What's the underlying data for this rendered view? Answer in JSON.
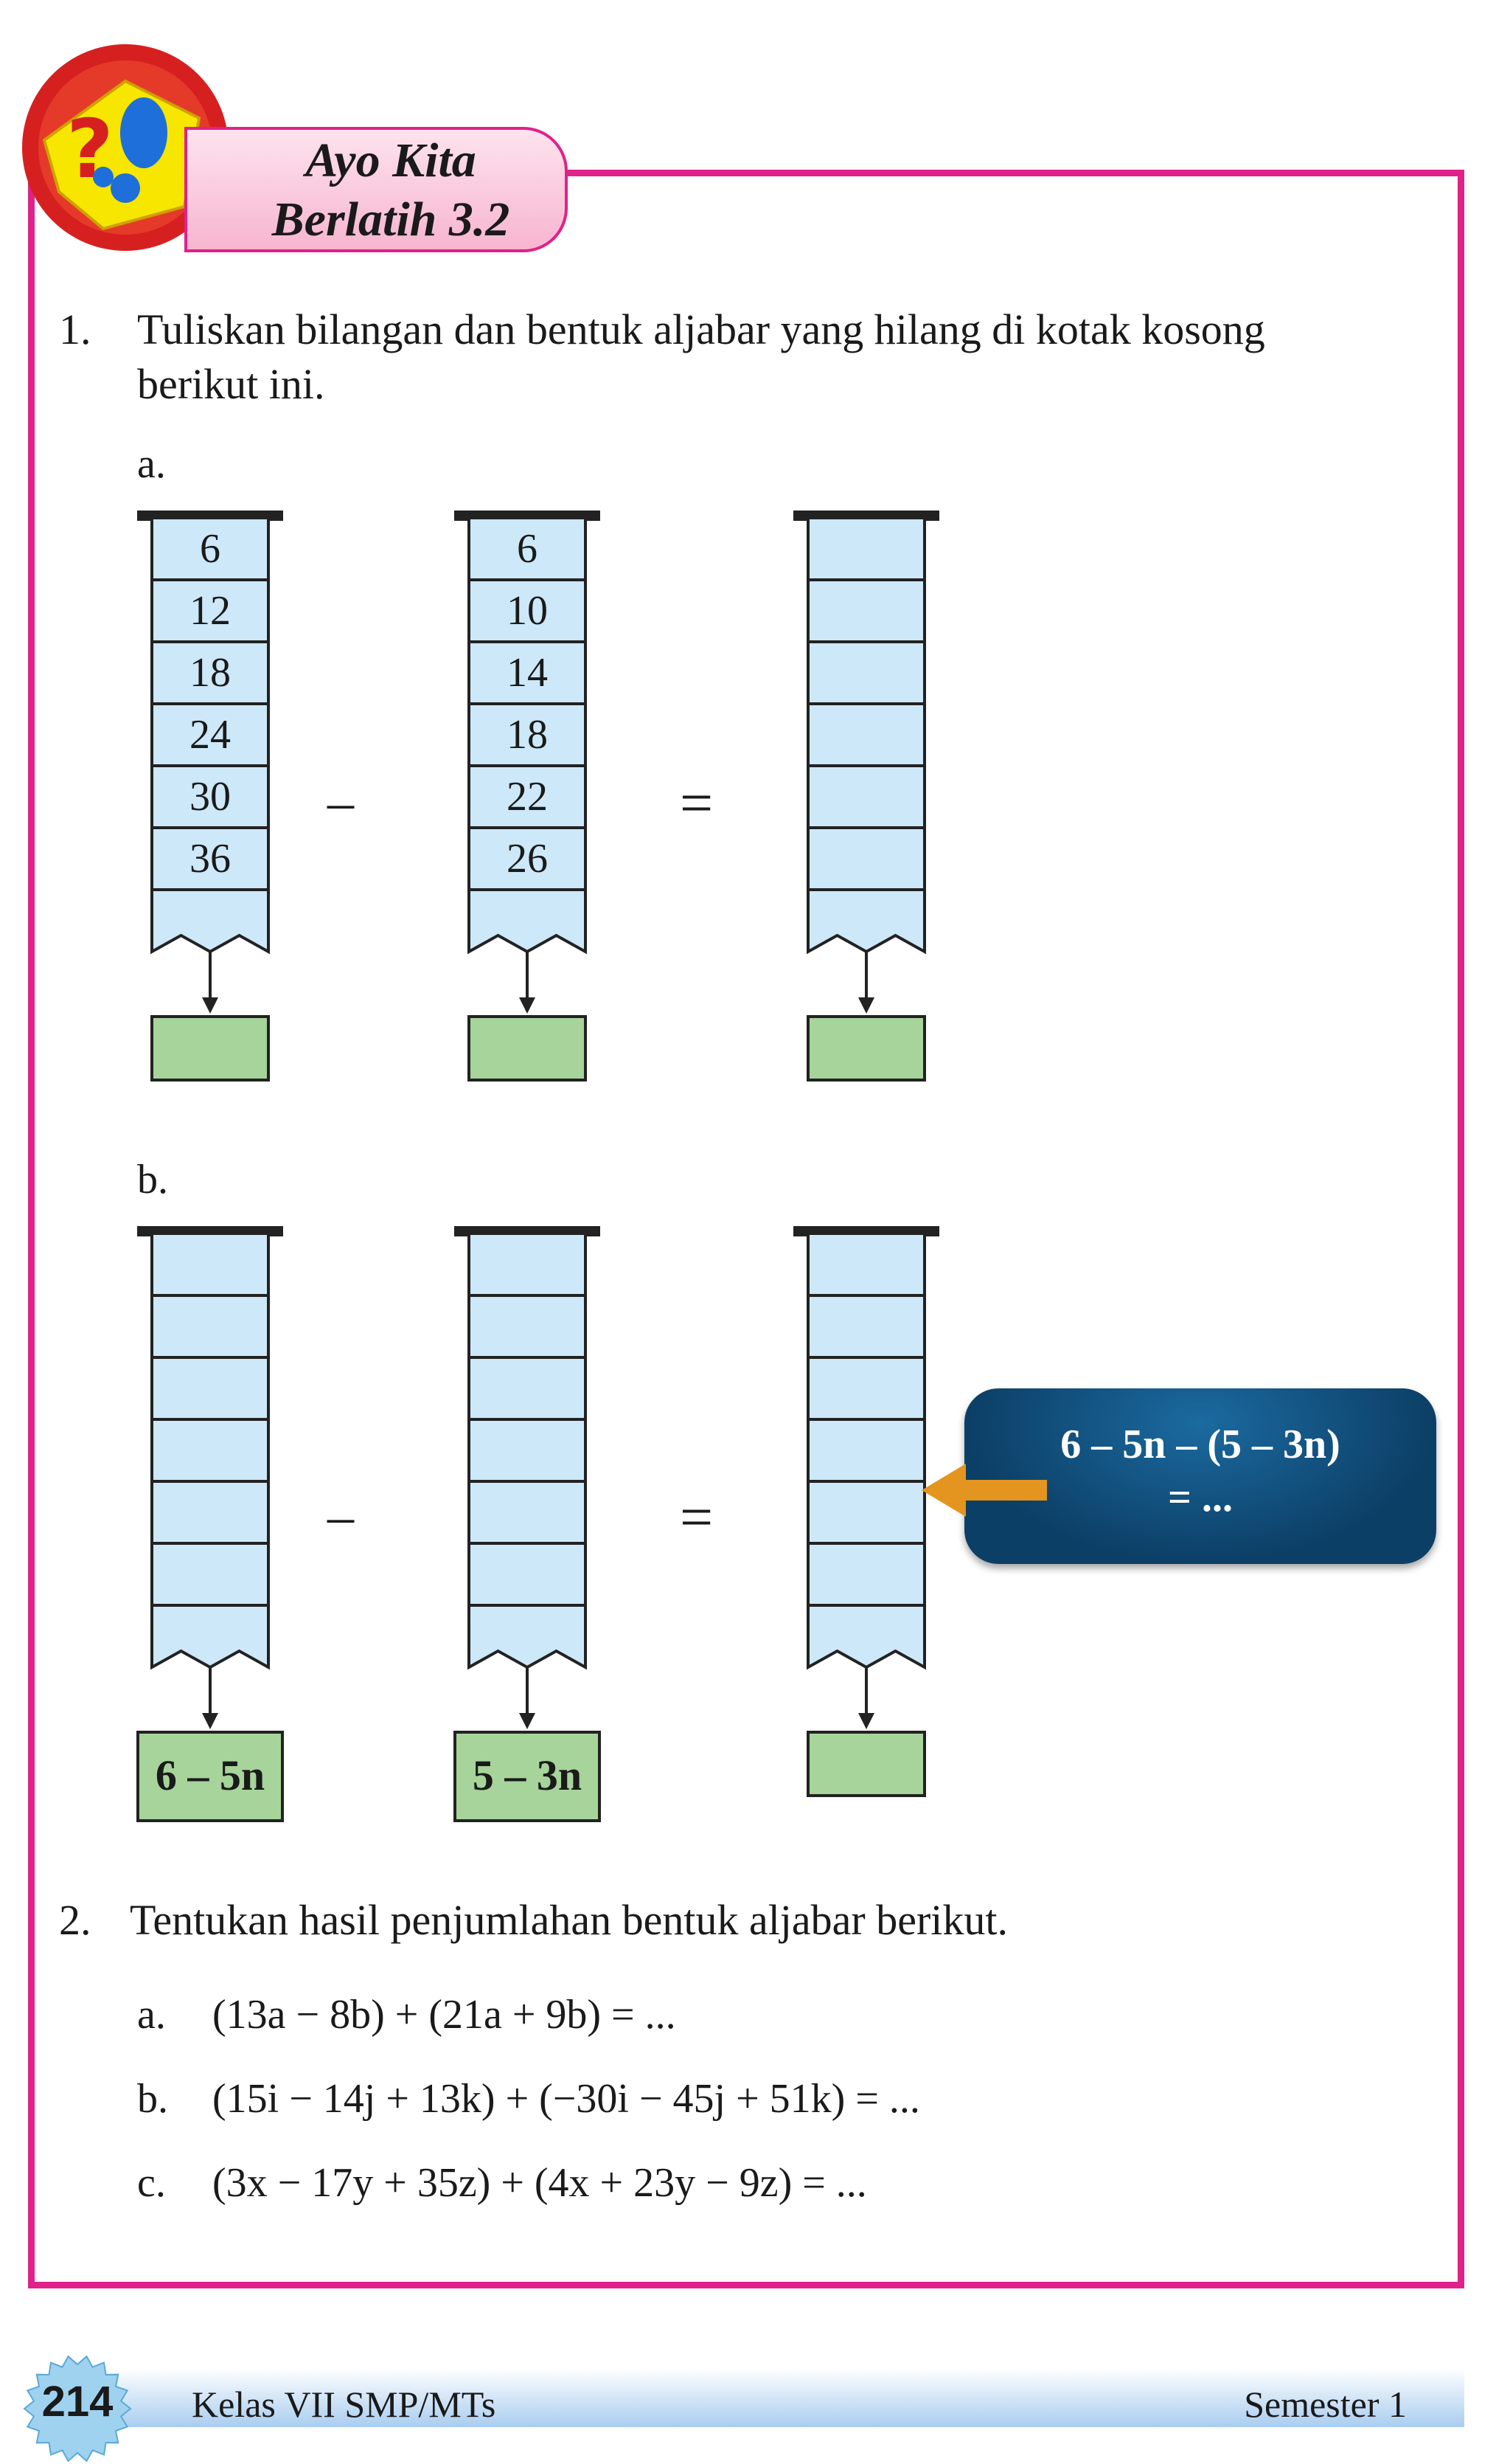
{
  "header": {
    "title_line1": "Ayo Kita",
    "title_line2": "Berlatih  3.2"
  },
  "question1": {
    "number": "1.",
    "text_line1": "Tuliskan bilangan dan bentuk aljabar yang hilang di kotak kosong",
    "text_line2": "berikut ini.",
    "part_a": {
      "label": "a.",
      "column1": [
        "6",
        "12",
        "18",
        "24",
        "30",
        "36"
      ],
      "column2": [
        "6",
        "10",
        "14",
        "18",
        "22",
        "26"
      ],
      "minus": "–",
      "equals": "="
    },
    "part_b": {
      "label": "b.",
      "minus": "–",
      "equals": "=",
      "result1": "6 – 5n",
      "result2": "5 – 3n",
      "callout_line1": "6 – 5n  –  (5 – 3n)",
      "callout_line2": "= ..."
    }
  },
  "question2": {
    "number": "2.",
    "text": "Tentukan hasil penjumlahan bentuk aljabar berikut.",
    "items": [
      {
        "label": "a.",
        "expr": "(13a − 8b) + (21a + 9b) = ..."
      },
      {
        "label": "b.",
        "expr": "(15i − 14j + 13k) + (−30i − 45j + 51k) = ..."
      },
      {
        "label": "c.",
        "expr": "(3x − 17y + 35z) + (4x + 23y − 9z) = ..."
      }
    ]
  },
  "footer": {
    "page_number": "214",
    "left_text": "Kelas VII SMP/MTs",
    "right_text": "Semester 1"
  },
  "colors": {
    "frame": "#e0218a",
    "column_fill": "#cde8f8",
    "result_fill": "#a6d49a",
    "callout": "#0c4a74",
    "arrow_orange": "#e3951f"
  }
}
